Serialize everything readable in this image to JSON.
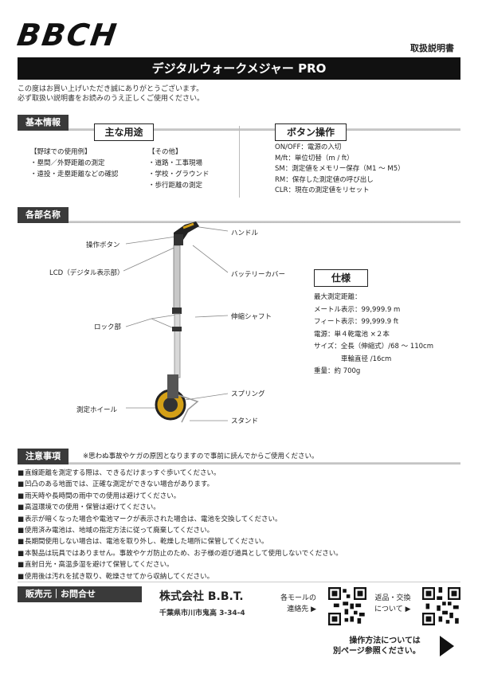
{
  "header": {
    "logo": "BBCH",
    "manual_label": "取扱説明書",
    "title": "デジタルウォークメジャー PRO"
  },
  "intro": {
    "line1": "この度はお買い上げいただき誠にありがとうございます。",
    "line2": "必ず取扱い説明書をお読みのうえ正しくご使用ください。"
  },
  "basic": {
    "section_label": "基本情報",
    "uses_title": "主な用途",
    "uses_col1_head": "【野球での使用例】",
    "uses_col1": [
      "・塁間／外野距離の測定",
      "・遠投・走塁距離などの確認"
    ],
    "uses_col2_head": "【その他】",
    "uses_col2": [
      "・道路・工事現場",
      "・学校・グラウンド",
      "・歩行距離の測定"
    ],
    "buttons_title": "ボタン操作",
    "buttons": [
      "ON/OFF：電源の入切",
      "M/ft：単位切替（m / ft）",
      "SM：測定値をメモリー保存（M1 ～ M5）",
      "RM：保存した測定値の呼び出し",
      "CLR：現在の測定値をリセット"
    ]
  },
  "parts": {
    "section_label": "各部名称",
    "labels": {
      "button": "操作ボタン",
      "handle": "ハンドル",
      "lcd": "LCD（デジタル表示部）",
      "battery": "バッテリーカバー",
      "lock": "ロック部",
      "shaft": "伸縮シャフト",
      "spring": "スプリング",
      "wheel": "測定ホイール",
      "stand": "スタンド"
    },
    "spec_title": "仕様",
    "specs": [
      "最大測定距離：",
      "メートル表示：99,999.9 m",
      "フィート表示：99,999.9 ft",
      "電源：単４乾電池 ×２本",
      "サイズ：全長（伸縮式）/68 ～ 110cm",
      "　　　　車輪直径 /16cm",
      "重量：約 700g"
    ]
  },
  "caution": {
    "section_label": "注意事項",
    "subtitle": "※思わぬ事故やケガの原因となりますので事前に読んでからご使用ください。",
    "items": [
      "直線距離を測定する際は、できるだけまっすぐ歩いてください。",
      "凹凸のある地面では、正確な測定ができない場合があります。",
      "雨天時や長時間の雨中での使用は避けてください。",
      "高温環境での使用・保管は避けてください。",
      "表示が暗くなった場合や電池マークが表示された場合は、電池を交換してください。",
      "使用済み電池は、地域の指定方法に従って廃棄してください。",
      "長期間使用しない場合は、電池を取り外し、乾燥した場所に保管してください。",
      "本製品は玩具ではありません。事故やケガ防止のため、お子様の遊び道具として使用しないでください。",
      "直射日光・高温多湿を避けて保管してください。",
      "使用後は汚れを拭き取り、乾燥させてから収納してください。"
    ]
  },
  "footer": {
    "tag": "販売元｜お問合せ",
    "company": "株式会社 B.B.T.",
    "address": "千葉県市川市鬼高 3-34-4",
    "mall_line1": "各モールの",
    "mall_line2": "連絡先 ▶",
    "return_line1": "返品・交換",
    "return_line2": "について ▶",
    "cta_line1": "操作方法については",
    "cta_line2": "別ページ参照ください。"
  }
}
